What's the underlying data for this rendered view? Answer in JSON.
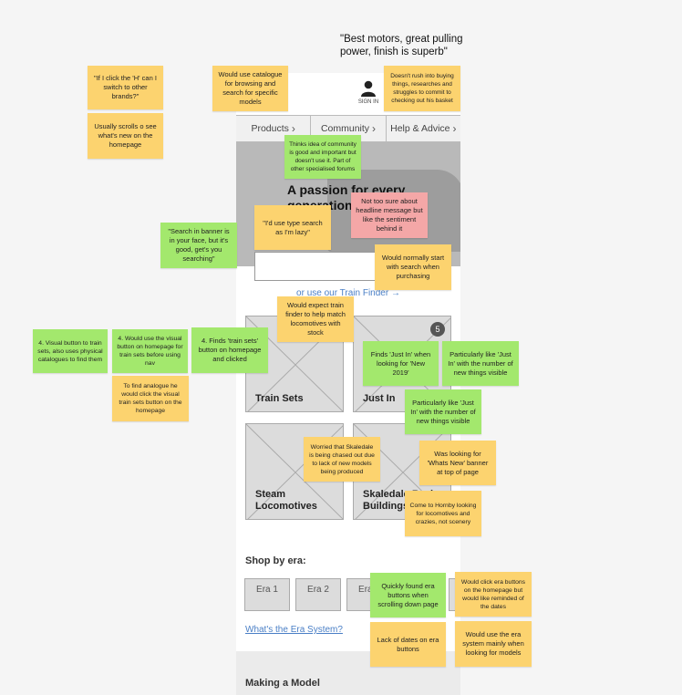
{
  "quote": "\"Best motors, great pulling power, finish is superb\"",
  "wireframe": {
    "signin": "SIGN IN",
    "nav": [
      "Products",
      "Community",
      "Help & Advice"
    ],
    "hero_title": "A passion for every generation",
    "finder_link": "or use our Train Finder →",
    "tiles": [
      "Train Sets",
      "Just In",
      "Steam Locomotives",
      "Skaledale Resin Buildings"
    ],
    "just_in_badge": "5",
    "era_title": "Shop by era:",
    "era_buttons": [
      "Era 1",
      "Era 2",
      "Era 3"
    ],
    "era_link": "What's the Era System?",
    "making_model": "Making a Model"
  },
  "notes": [
    {
      "text": "\"If I click the 'H' can I switch to other brands?\"",
      "color": "yellow"
    },
    {
      "text": "Usually scrolls o see what's new on the homepage",
      "color": "yellow"
    },
    {
      "text": "Would use catalogue for browsing and search for specific models",
      "color": "yellow"
    },
    {
      "text": "Doesn't rush into buying things, researches and struggles to commit to checking out his basket",
      "color": "yellow"
    },
    {
      "text": "Thinks idea of community is good and important but doesn't use it. Part of other specialised forums",
      "color": "green"
    },
    {
      "text": "Not too sure about headline message but like the sentiment behind it",
      "color": "pink"
    },
    {
      "text": "\"Search in banner is in your face, but it's good, get's you searching\"",
      "color": "green"
    },
    {
      "text": "\"I'd use type search as I'm lazy\"",
      "color": "yellow"
    },
    {
      "text": "Would normally start with search when purchasing",
      "color": "yellow"
    },
    {
      "text": "Would expect train finder to help match locomotives with stock",
      "color": "yellow"
    },
    {
      "text": "4. Visual button to train sets, also uses physical catalogues to find them",
      "color": "green"
    },
    {
      "text": "4. Would use the visual button on homepage for train sets before using nav",
      "color": "green"
    },
    {
      "text": "4. Finds 'train sets' button on homepage and clicked",
      "color": "green"
    },
    {
      "text": "To find analogue he would click the visual train sets button on the homepage",
      "color": "yellow"
    },
    {
      "text": "Finds 'Just In' when looking for 'New 2019'",
      "color": "green"
    },
    {
      "text": "Particularly like 'Just In' with the number of new things visible",
      "color": "green"
    },
    {
      "text": "Particularly like 'Just In' with the number of new things visible",
      "color": "green"
    },
    {
      "text": "Worried that Skaledale is being chased out due to lack of new models being produced",
      "color": "yellow"
    },
    {
      "text": "Was looking for 'Whats New' banner at top of page",
      "color": "yellow"
    },
    {
      "text": "Come to Hornby looking for locomotives and crazies, not scenery",
      "color": "yellow"
    },
    {
      "text": "Quickly found era buttons when scrolling down page",
      "color": "green"
    },
    {
      "text": "Would click era buttons on the homepage but would like reminded of the dates",
      "color": "yellow"
    },
    {
      "text": "Lack of dates on era buttons",
      "color": "yellow"
    },
    {
      "text": "Would use the era system mainly when looking for models",
      "color": "yellow"
    }
  ]
}
